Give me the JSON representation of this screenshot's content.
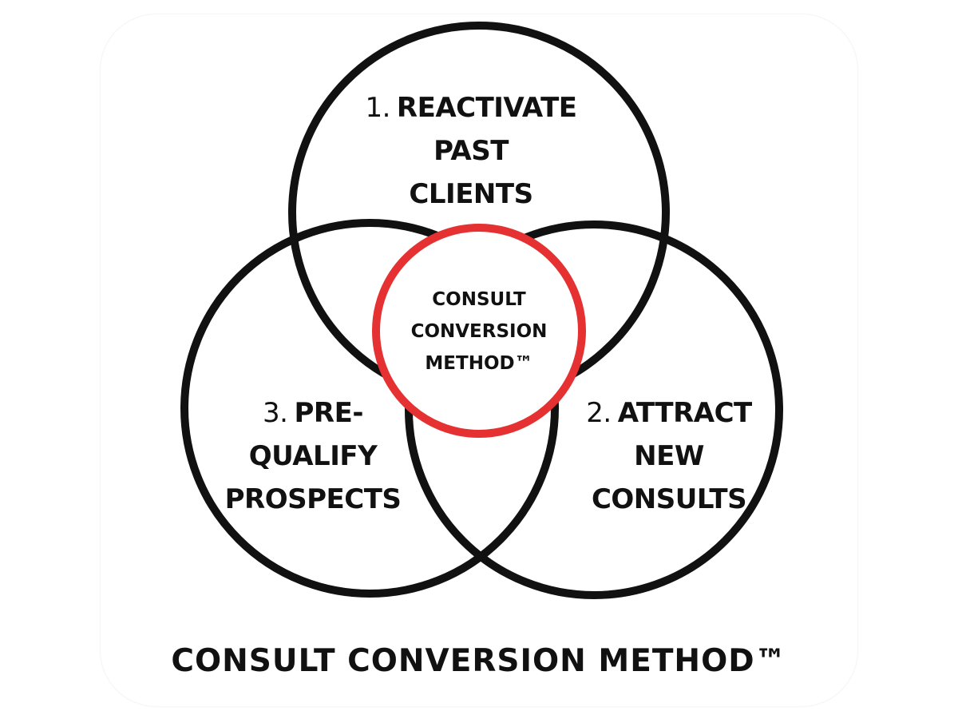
{
  "colors": {
    "circle_stroke": "#111111",
    "center_stroke": "#e53131",
    "background": "#ffffff",
    "text": "#111111"
  },
  "circles": {
    "top": {
      "number": "1.",
      "lines": [
        "REACTIVATE",
        "PAST",
        "CLIENTS"
      ]
    },
    "right": {
      "number": "2.",
      "lines": [
        "ATTRACT",
        "NEW",
        "CONSULTS"
      ]
    },
    "left": {
      "number": "3.",
      "lines": [
        "PRE-",
        "QUALIFY",
        "PROSPECTS"
      ]
    },
    "center": {
      "lines": [
        "CONSULT",
        "CONVERSION",
        "METHOD™"
      ]
    }
  },
  "footer_title": "CONSULT CONVERSION METHOD™"
}
